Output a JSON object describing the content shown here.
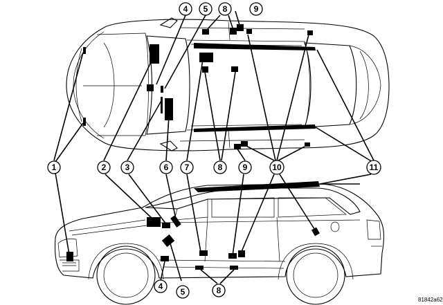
{
  "figure": {
    "code": "81842a62"
  },
  "callouts_top": [
    "4",
    "5",
    "8",
    "9"
  ],
  "callouts_middle": [
    "1",
    "2",
    "3",
    "6",
    "7",
    "8",
    "9",
    "10",
    "11"
  ],
  "callouts_bottom": [
    "4",
    "5",
    "8"
  ],
  "colors": {
    "line": "#000000",
    "background": "#ffffff"
  }
}
